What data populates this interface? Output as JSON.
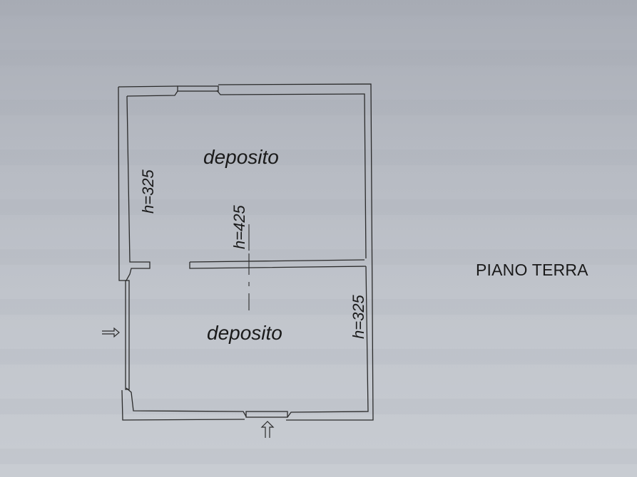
{
  "floor_plan": {
    "title": "PIANO TERRA",
    "rooms": [
      {
        "name": "deposito",
        "position": "upper"
      },
      {
        "name": "deposito",
        "position": "lower"
      }
    ],
    "height_labels": [
      {
        "text": "h=325",
        "room": "upper"
      },
      {
        "text": "h=425",
        "room": "upper-center"
      },
      {
        "text": "h=325",
        "room": "lower"
      }
    ],
    "entrances": [
      {
        "icon": "arrow-right-icon",
        "side": "left"
      },
      {
        "icon": "arrow-up-icon",
        "side": "bottom"
      }
    ],
    "colors": {
      "line": "#2a2a2a",
      "background": "#b8bcc4"
    }
  }
}
